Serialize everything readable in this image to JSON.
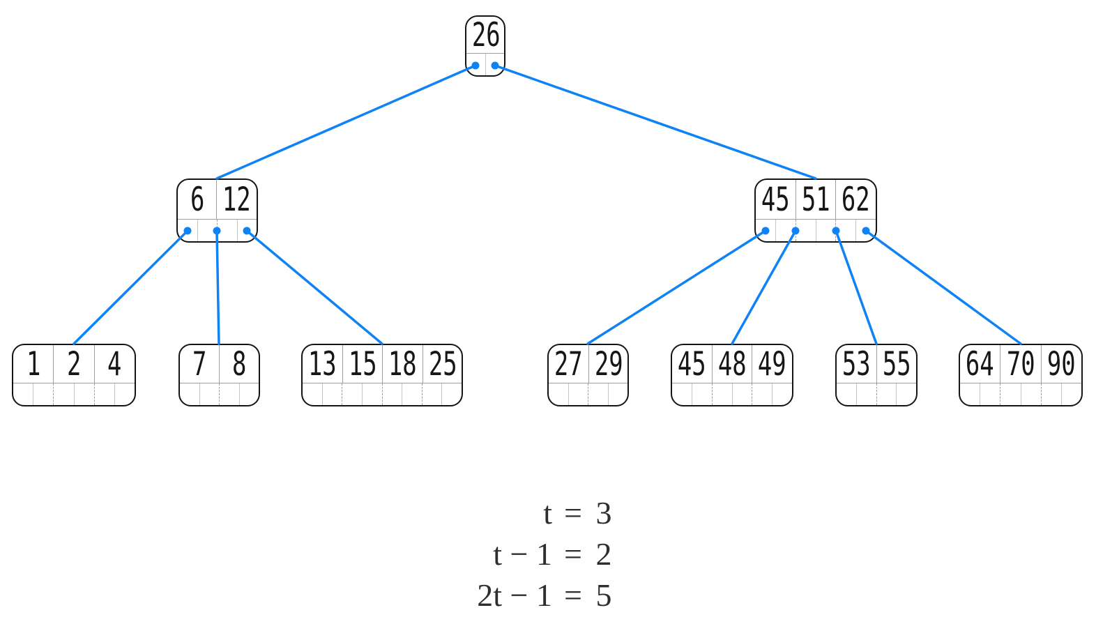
{
  "diagram": {
    "type": "b-tree",
    "root": {
      "keys": [
        "26"
      ]
    },
    "internal": [
      {
        "keys": [
          "6",
          "12"
        ]
      },
      {
        "keys": [
          "45",
          "51",
          "62"
        ]
      }
    ],
    "leaves": [
      {
        "keys": [
          "1",
          "2",
          "4"
        ]
      },
      {
        "keys": [
          "7",
          "8"
        ]
      },
      {
        "keys": [
          "13",
          "15",
          "18",
          "25"
        ]
      },
      {
        "keys": [
          "27",
          "29"
        ]
      },
      {
        "keys": [
          "45",
          "48",
          "49"
        ]
      },
      {
        "keys": [
          "53",
          "55"
        ]
      },
      {
        "keys": [
          "64",
          "70",
          "90"
        ]
      }
    ]
  },
  "equations": [
    {
      "lhs": "t",
      "eq": "=",
      "rhs": "3"
    },
    {
      "lhs": "t − 1",
      "eq": "=",
      "rhs": "2"
    },
    {
      "lhs": "2t − 1",
      "eq": "=",
      "rhs": "5"
    }
  ],
  "colors": {
    "edge": "#0F82F5",
    "node_border": "#141414",
    "cell_divider": "#9e9e9e",
    "half_divider": "#c3c3c3",
    "text": "#161616"
  }
}
